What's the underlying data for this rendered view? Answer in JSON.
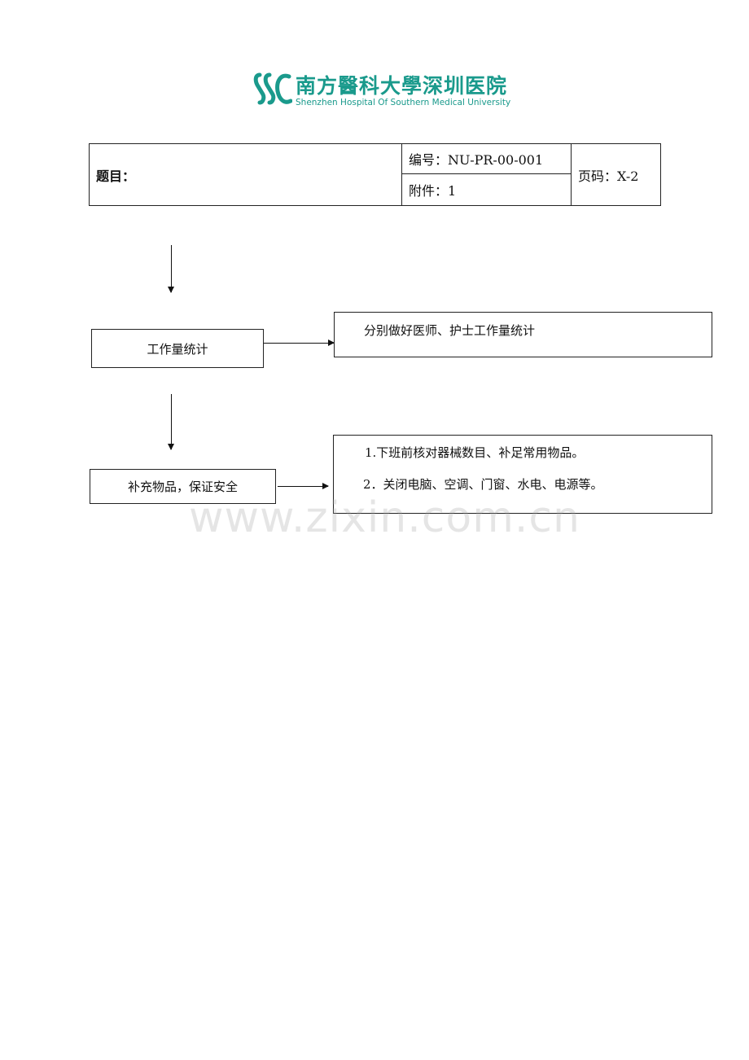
{
  "logo": {
    "name_cn": "南方醫科大學深圳医院",
    "name_en": "Shenzhen Hospital Of Southern Medical University",
    "color": "#1a9a8c",
    "icon": "hospital-logo-icon"
  },
  "header": {
    "title_label": "题目：",
    "number_label": "编号：NU-PR-00-001",
    "attachment_label": "附件：1",
    "page_label": "页码：X-2"
  },
  "flow": {
    "step1_label": "工作量统计",
    "step1_note": "分别做好医师、护士工作量统计",
    "step2_label": "补充物品，保证安全",
    "step2_note_1": "1.下班前核对器械数目、补足常用物品。",
    "step2_note_2": "2．关闭电脑、空调、门窗、水电、电源等。"
  },
  "watermark": "www.zixin.com.cn"
}
